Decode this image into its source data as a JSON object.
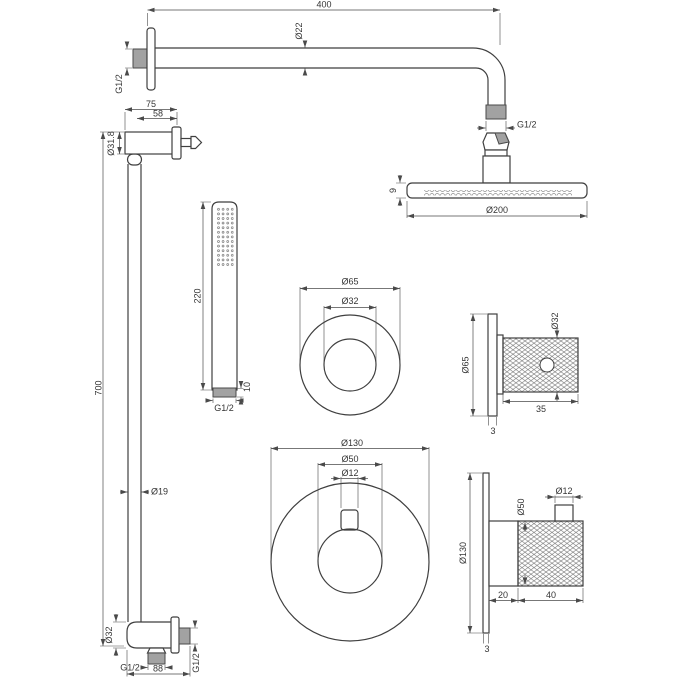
{
  "drawing_title": "shower-set-technical-drawing",
  "colors": {
    "line": "#3f3f3f",
    "dimension": "#4a4a4a",
    "metal_fill": "#a2a2a2",
    "background": "#ffffff"
  },
  "arm": {
    "length": "400",
    "diameter": "Ø22",
    "wall_thread": "G1/2",
    "head_thread": "G1/2"
  },
  "head": {
    "diameter": "Ø200",
    "thickness": "9"
  },
  "bracket": {
    "width": "75",
    "depth": "58",
    "diameter": "Ø31.8"
  },
  "rail": {
    "length": "700",
    "diameter": "Ø19"
  },
  "outlet_elbow": {
    "height": "Ø32",
    "bottom_thread": "G1/2",
    "side_thread": "G1/2",
    "width": "88"
  },
  "handshower": {
    "length": "220",
    "inlet_height": "10",
    "thread": "G1/2"
  },
  "valve_small_front": {
    "outer": "Ø65",
    "inner": "Ø32"
  },
  "valve_small_side": {
    "plate": "Ø65",
    "knob": "Ø32",
    "depth": "35",
    "plate_thickness": "3"
  },
  "valve_large_front": {
    "outer": "Ø130",
    "inner": "Ø50",
    "stem": "Ø12"
  },
  "valve_large_side": {
    "plate": "Ø130",
    "body": "Ø50",
    "stem": "Ø12",
    "body_depth": "20",
    "knob_depth": "40",
    "plate_thickness": "3"
  }
}
